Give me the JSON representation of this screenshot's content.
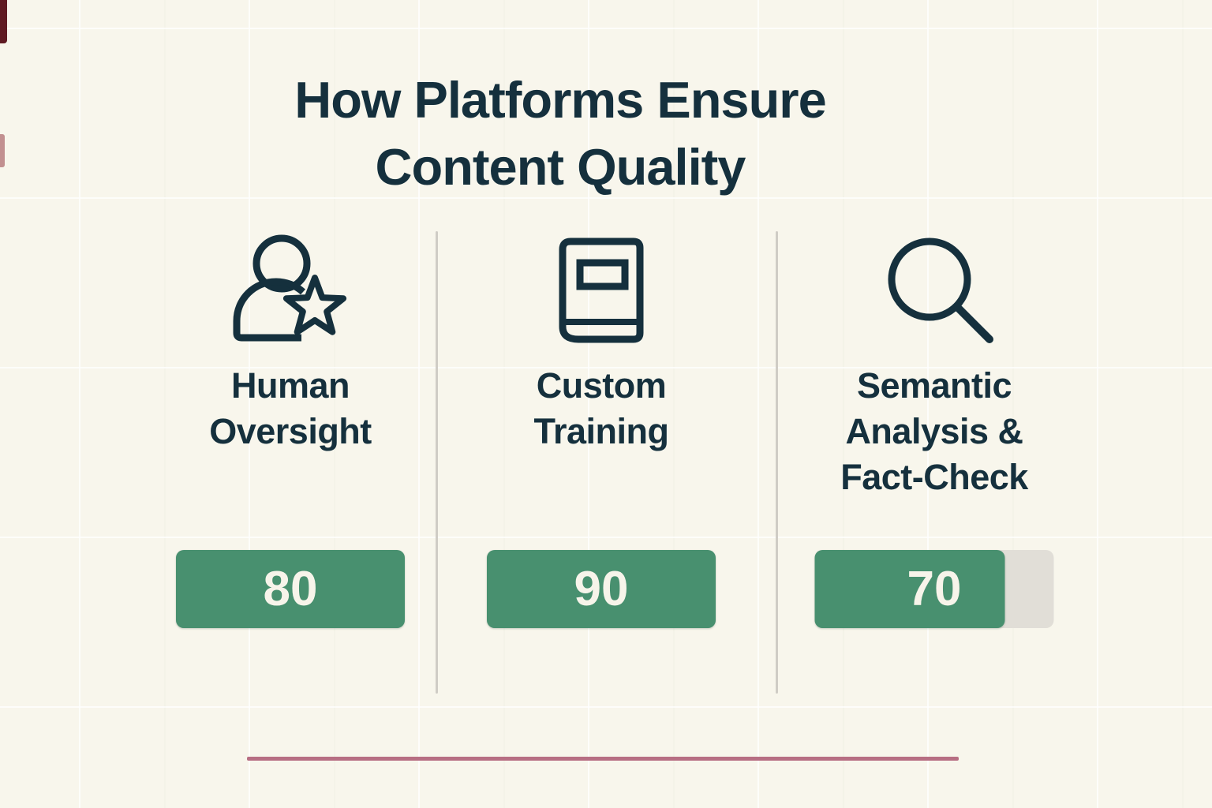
{
  "title": {
    "line1": "How Platforms Ensure",
    "line2": "Content Quality",
    "full": "How Platforms Ensure Content Quality"
  },
  "columns": [
    {
      "icon": "user-star-icon",
      "label": "Human Oversight",
      "value": "80",
      "fill_pct": 100
    },
    {
      "icon": "book-icon",
      "label": "Custom Training",
      "value": "90",
      "fill_pct": 100
    },
    {
      "icon": "search-icon",
      "label": "Semantic Analysis & Fact-Check",
      "value": "70",
      "fill_pct": 79.5
    }
  ],
  "chart_data": {
    "type": "bar",
    "orientation": "horizontal",
    "title": "How Platforms Ensure Content Quality",
    "categories": [
      "Human Oversight",
      "Custom Training",
      "Semantic Analysis & Fact-Check"
    ],
    "values": [
      80,
      90,
      70
    ],
    "value_labels": [
      "80",
      "90",
      "70"
    ],
    "value_range": [
      0,
      100
    ],
    "grid": "faint square grid on cream background",
    "legend": "none",
    "notes": "Three-column infographic; each column has an outlined icon, a bold label, and a green score pill. Only the third bar shows an unfilled gray track remainder."
  },
  "colors": {
    "background": "#f8f6ec",
    "text_dark": "#15303d",
    "bar_green": "#48906f",
    "track_gray": "#e1ded7",
    "divider_gray": "#cfccc5",
    "accent_line_pink": "#b76e83",
    "value_text": "#f7f4ea"
  }
}
